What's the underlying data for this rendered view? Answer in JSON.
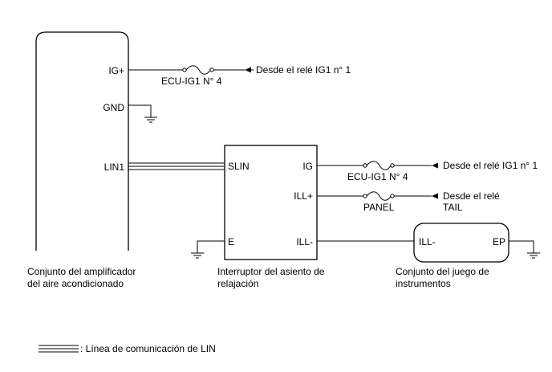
{
  "amplifier": {
    "pin_ig": "IG+",
    "pin_gnd": "GND",
    "pin_lin": "LIN1",
    "caption_line1": "Conjunto del amplificador",
    "caption_line2": "del aire acondicionado"
  },
  "switch": {
    "pin_slin": "SLIN",
    "pin_ig": "IG",
    "pin_ill_plus": "ILL+",
    "pin_e": "E",
    "pin_ill_minus": "ILL-",
    "caption_line1": "Interruptor del asiento de",
    "caption_line2": "relajación"
  },
  "cluster": {
    "pin_ill_minus": "ILL-",
    "pin_ep": "EP",
    "caption_line1": "Conjunto del juego de",
    "caption_line2": "instrumentos"
  },
  "fuses": {
    "amp_fuse": "ECU-IG1 N° 4",
    "switch_fuse": "ECU-IG1 N° 4",
    "panel_fuse": "PANEL"
  },
  "sources": {
    "amp_ig": "Desde el relé IG1 n° 1",
    "switch_ig": "Desde el relé IG1 n° 1",
    "switch_ill_line1": "Desde el relé",
    "switch_ill_line2": "TAIL"
  },
  "legend": {
    "lin_label": ": Línea de comunicación de LIN"
  }
}
